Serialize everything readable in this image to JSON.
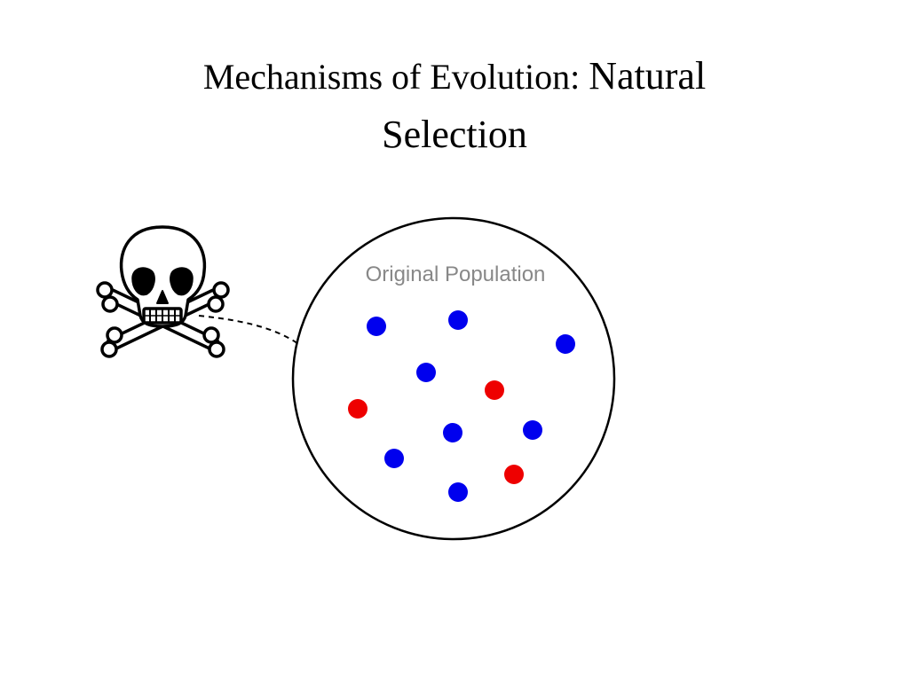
{
  "title": {
    "part1": "Mechanisms of Evolution: ",
    "part2": "Natural",
    "line2": "Selection"
  },
  "population": {
    "label": "Original Population"
  },
  "colors": {
    "blue_individual": "#0000ee",
    "red_individual": "#ee0000",
    "outline": "#000000",
    "label_gray": "#888888"
  },
  "icons": {
    "hazard": "skull-and-crossbones-icon",
    "pressure_arrow": "dashed-arrow"
  }
}
